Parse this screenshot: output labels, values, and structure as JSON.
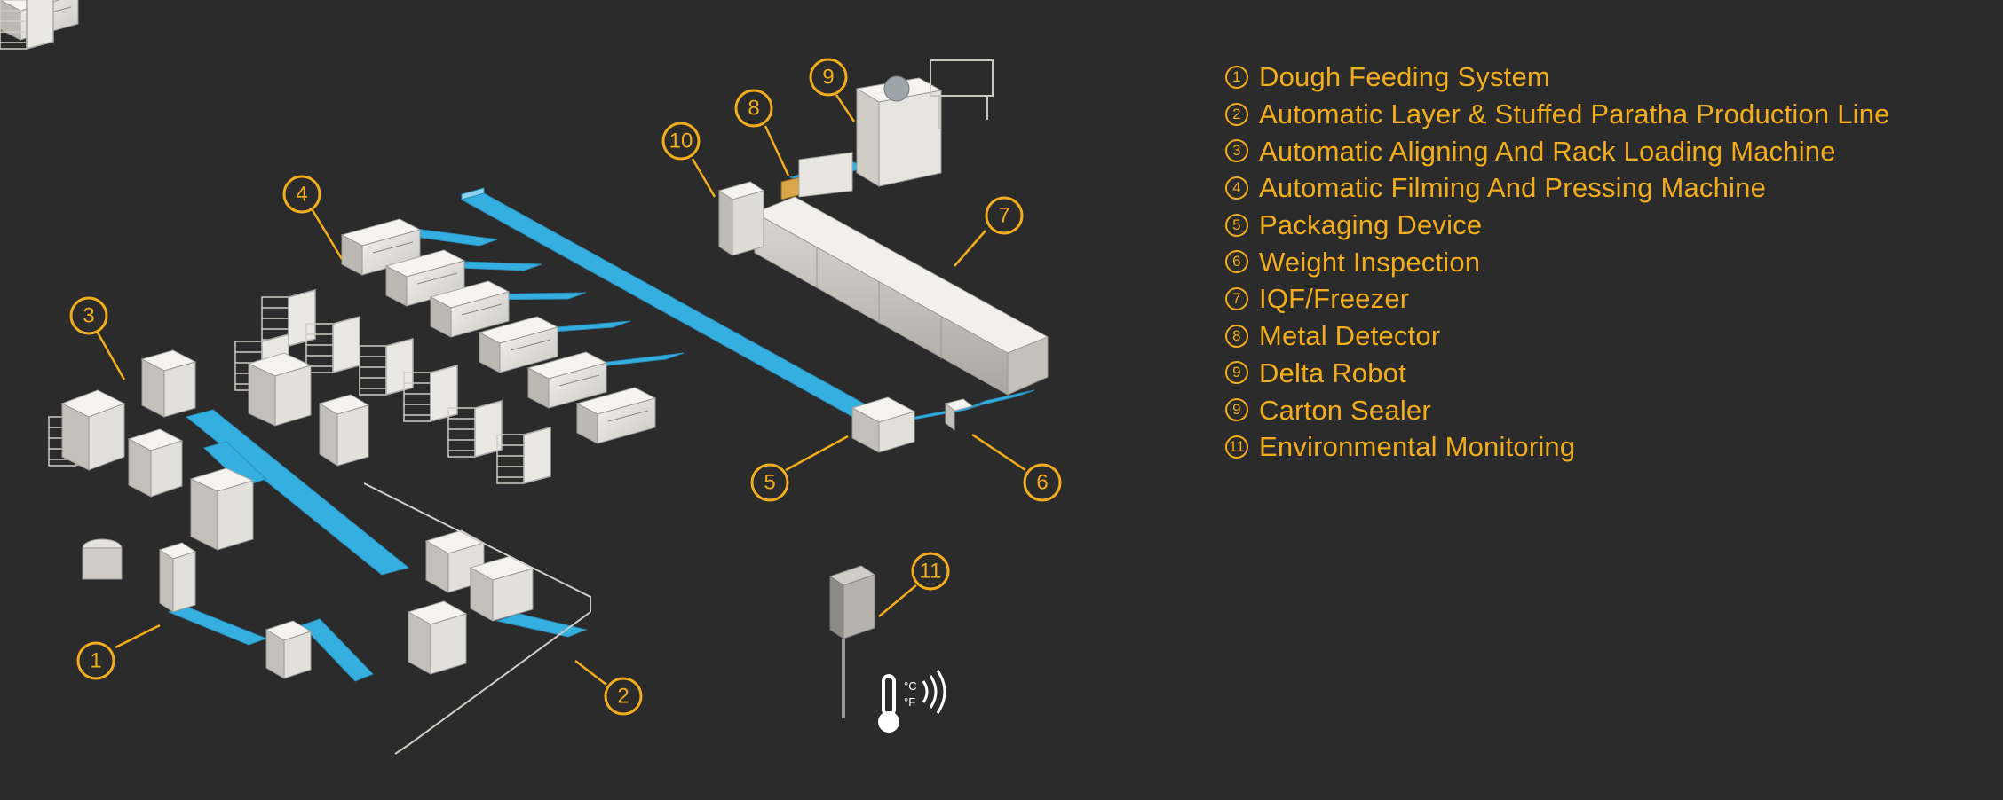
{
  "legend": [
    {
      "num": "1",
      "label": "Dough Feeding System"
    },
    {
      "num": "2",
      "label": "Automatic Layer & Stuffed Paratha Production Line"
    },
    {
      "num": "3",
      "label": "Automatic Aligning And Rack Loading Machine"
    },
    {
      "num": "4",
      "label": "Automatic Filming And Pressing Machine"
    },
    {
      "num": "5",
      "label": "Packaging Device"
    },
    {
      "num": "6",
      "label": "Weight Inspection"
    },
    {
      "num": "7",
      "label": "IQF/Freezer"
    },
    {
      "num": "8",
      "label": "Metal Detector"
    },
    {
      "num": "9",
      "label": "Delta Robot"
    },
    {
      "num": "9",
      "label": "Carton Sealer"
    },
    {
      "num": "11",
      "label": "Environmental Monitoring"
    }
  ],
  "callouts": [
    "1",
    "2",
    "3",
    "4",
    "5",
    "6",
    "7",
    "8",
    "9",
    "10",
    "11"
  ],
  "sensor": {
    "units_c": "°C",
    "units_f": "°F"
  },
  "colors": {
    "accent": "#f2ad1e",
    "background": "#2b2b2b",
    "conveyor": "#35aee0",
    "machine": "#e8e6e0"
  }
}
